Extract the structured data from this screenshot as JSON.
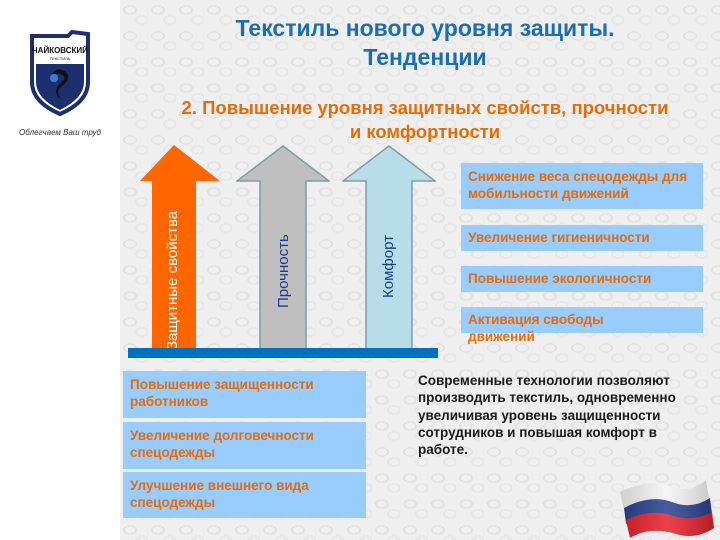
{
  "header": {
    "title_line1": "Текстиль нового уровня защиты.",
    "title_line2": "Тенденции",
    "subtitle_line1": "2. Повышение уровня защитных свойств, прочности",
    "subtitle_line2": "и комфортности"
  },
  "logo": {
    "brand": "ЧАЙКОВСКИЙ",
    "brand_sub": "ТЕКСТИЛЬ",
    "slogan": "Облегчаем Ваш труд"
  },
  "arrows": [
    {
      "label": "Защитные свойства",
      "color": "#ff6600",
      "text_color": "#ffffff"
    },
    {
      "label": "Прочность",
      "color": "#bfbfbf",
      "text_color": "#1f3a93"
    },
    {
      "label": "Комфорт",
      "color": "#b7dee8",
      "text_color": "#1f3a93"
    }
  ],
  "right_boxes": [
    {
      "text": "Снижение веса спецодежды для мобильности движений"
    },
    {
      "text": "Увеличение гигиеничности"
    },
    {
      "text": "Повышение экологичности"
    },
    {
      "text": "Активация свободы движений"
    }
  ],
  "bottom_boxes": [
    {
      "text": "Повышение защищенности работников"
    },
    {
      "text": "Увеличение долговечности спецодежды"
    },
    {
      "text": "Улучшение внешнего вида спецодежды"
    }
  ],
  "note": {
    "text": "Современные технологии позволяют производить текстиль, одновременно увеличивая уровень защищенности сотрудников и  повышая комфорт в работе."
  },
  "colors": {
    "title": "#1b6db4",
    "subtitle": "#e46c0a",
    "box_bg": "#99ccff",
    "box_text": "#e46c0a",
    "bar": "#0070c0"
  },
  "decor": {
    "flag": "russian-flag"
  }
}
